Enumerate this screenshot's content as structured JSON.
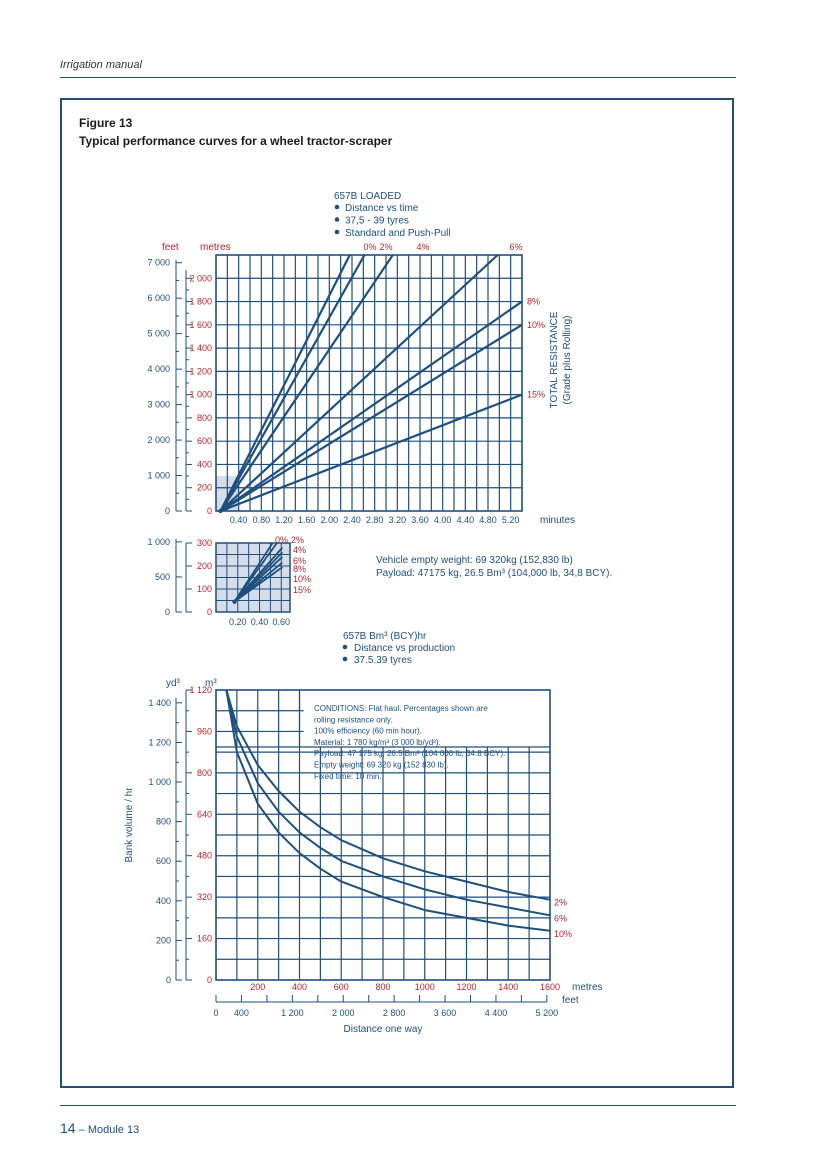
{
  "header": {
    "running_title": "Irrigation manual"
  },
  "figure": {
    "number": "Figure 13",
    "title": "Typical performance curves for a wheel tractor-scraper"
  },
  "footer": {
    "page": "14",
    "separator": "–",
    "module": "Module 13"
  },
  "colors": {
    "line": "#1f4f7f",
    "accent": "#b3262e",
    "shade": "#d5dcea"
  },
  "chart_data": [
    {
      "type": "line",
      "id": "time",
      "header": {
        "title": "657B LOADED",
        "bullets": [
          "Distance vs time",
          "37,5 - 39 tyres",
          "Standard and Push-Pull"
        ]
      },
      "x_unit": "minutes",
      "xlim": [
        0,
        5.4
      ],
      "x_ticks": [
        0.4,
        0.8,
        1.2,
        1.6,
        2.0,
        2.4,
        2.8,
        3.2,
        3.6,
        4.0,
        4.4,
        4.8,
        5.2
      ],
      "x_tick_labels": [
        "0.40",
        "0.80",
        "1.20",
        "1.60",
        "2.00",
        "2.40",
        "2.80",
        "3.20",
        "3.60",
        "4.00",
        "4.40",
        "4.80",
        "5.20"
      ],
      "ylim": [
        0,
        2200
      ],
      "y_metres": {
        "label": "metres",
        "ticks": [
          0,
          200,
          400,
          600,
          800,
          1000,
          1200,
          1400,
          1600,
          1800,
          2000
        ],
        "tick_labels": [
          "0",
          "200",
          "400",
          "600",
          "800",
          "1 000",
          "1 200",
          "1 400",
          "1 600",
          "1 800",
          "2 000"
        ]
      },
      "y_feet": {
        "label": "feet",
        "ticks": [
          0,
          1000,
          2000,
          3000,
          4000,
          5000,
          6000,
          7000
        ],
        "tick_labels": [
          "0",
          "1 000",
          "2 000",
          "3 000",
          "4 000",
          "5 000",
          "6 000",
          "7 000"
        ]
      },
      "resistance_axis_label": [
        "TOTAL RESISTANCE",
        "(Grade plus Rolling)"
      ],
      "series": [
        {
          "name": "0%",
          "x": [
            0.08,
            2.36
          ],
          "y": [
            0,
            2200
          ]
        },
        {
          "name": "2%",
          "x": [
            0.08,
            2.62
          ],
          "y": [
            0,
            2200
          ]
        },
        {
          "name": "4%",
          "x": [
            0.08,
            3.12
          ],
          "y": [
            0,
            2200
          ]
        },
        {
          "name": "6%",
          "x": [
            0.08,
            4.97
          ],
          "y": [
            0,
            2200
          ]
        },
        {
          "name": "8%",
          "x": [
            0.08,
            5.4
          ],
          "y": [
            0,
            1800
          ]
        },
        {
          "name": "10%",
          "x": [
            0.08,
            5.4
          ],
          "y": [
            0,
            1600
          ]
        },
        {
          "name": "15%",
          "x": [
            0.08,
            5.4
          ],
          "y": [
            0,
            1000
          ]
        }
      ]
    },
    {
      "type": "line",
      "id": "inset",
      "xlim": [
        0,
        0.68
      ],
      "x_ticks": [
        0.2,
        0.4,
        0.6
      ],
      "x_tick_labels": [
        "0.20",
        "0.40",
        "0.60"
      ],
      "ylim": [
        0,
        300
      ],
      "y_metres": {
        "ticks": [
          0,
          100,
          200,
          300
        ],
        "tick_labels": [
          "0",
          "100",
          "200",
          "300"
        ]
      },
      "y_feet": {
        "ticks": [
          0,
          500,
          1000
        ],
        "tick_labels": [
          "0",
          "500",
          "1 000"
        ]
      },
      "series": [
        {
          "name": "0%",
          "x": [
            0.17,
            0.52
          ],
          "y": [
            45,
            300
          ]
        },
        {
          "name": "2%",
          "x": [
            0.17,
            0.56
          ],
          "y": [
            45,
            300
          ]
        },
        {
          "name": "4%",
          "x": [
            0.17,
            0.61
          ],
          "y": [
            45,
            280
          ]
        },
        {
          "name": "6%",
          "x": [
            0.17,
            0.61
          ],
          "y": [
            45,
            260
          ]
        },
        {
          "name": "8%",
          "x": [
            0.17,
            0.61
          ],
          "y": [
            45,
            240
          ]
        },
        {
          "name": "10%",
          "x": [
            0.17,
            0.61
          ],
          "y": [
            45,
            215
          ]
        },
        {
          "name": "15%",
          "x": [
            0.17,
            0.61
          ],
          "y": [
            45,
            195
          ]
        }
      ],
      "notes": [
        "Vehicle empty weight: 69 320kg (152,830 lb)",
        "Payload: 47175 kg, 26.5 Bm³ (104,000 lb, 34,8 BCY)."
      ]
    },
    {
      "type": "line",
      "id": "production",
      "header": {
        "title": "657B Bm³ (BCY)hr",
        "bullets": [
          "Distance vs production",
          "37.5.39 tyres"
        ]
      },
      "ylabel": "Bank volume / hr",
      "xlabel": "Distance one way",
      "xlim": [
        0,
        1600
      ],
      "x_metres": {
        "label": "metres",
        "ticks": [
          200,
          400,
          600,
          800,
          1000,
          1200,
          1400,
          1600
        ],
        "tick_labels": [
          "200",
          "400",
          "600",
          "800",
          "1000",
          "1200",
          "1400",
          "1600"
        ]
      },
      "x_feet": {
        "label": "feet",
        "ticks": [
          0,
          400,
          1200,
          2000,
          2800,
          3600,
          4400,
          5200
        ],
        "tick_labels": [
          "0",
          "400",
          "1 200",
          "2 000",
          "2 800",
          "3 600",
          "4 400",
          "5 200"
        ]
      },
      "ylim": [
        0,
        1120
      ],
      "y_m3": {
        "label": "m³",
        "ticks": [
          0,
          160,
          320,
          480,
          640,
          800,
          960,
          1120
        ],
        "tick_labels": [
          "0",
          "160",
          "320",
          "480",
          "640",
          "800",
          "960",
          "1 120"
        ]
      },
      "y_yd3": {
        "label": "yd³",
        "ticks": [
          0,
          200,
          400,
          600,
          800,
          1000,
          1200,
          1400
        ],
        "tick_labels": [
          "0",
          "200",
          "400",
          "600",
          "800",
          "1 000",
          "1 200",
          "1 400"
        ]
      },
      "conditions": [
        "CONDITIONS: Flat haul. Percentages shown are",
        "rolling resistance only.",
        "100% efficiency (60 min hour).",
        "Material: 1 780 kg/m³ (3 000 lb/yd³).",
        "Payload: 47 175 kg, 26.5 Bm³ (104 000 lb, 34.8 BCY).",
        "Empty weight: 69 320 kg (152 830 lb).",
        "Fixed time: 10 min."
      ],
      "series": [
        {
          "name": "2%",
          "x": [
            50,
            100,
            200,
            300,
            400,
            500,
            600,
            800,
            1000,
            1200,
            1400,
            1600
          ],
          "y": [
            1120,
            980,
            830,
            730,
            650,
            590,
            540,
            470,
            420,
            380,
            340,
            310
          ]
        },
        {
          "name": "6%",
          "x": [
            50,
            100,
            200,
            300,
            400,
            500,
            600,
            800,
            1000,
            1200,
            1400,
            1600
          ],
          "y": [
            1120,
            940,
            760,
            650,
            570,
            510,
            460,
            400,
            350,
            310,
            280,
            250
          ]
        },
        {
          "name": "10%",
          "x": [
            50,
            100,
            200,
            300,
            400,
            500,
            600,
            800,
            1000,
            1200,
            1400,
            1600
          ],
          "y": [
            1120,
            880,
            680,
            570,
            490,
            430,
            380,
            320,
            270,
            240,
            210,
            190
          ]
        }
      ]
    }
  ]
}
